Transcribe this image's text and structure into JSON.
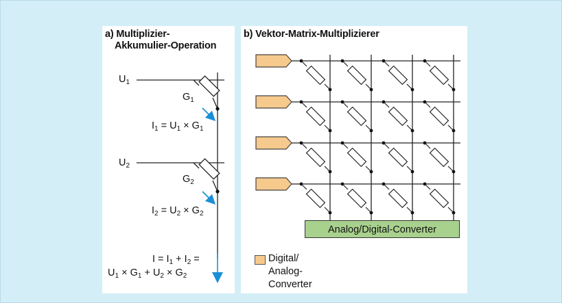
{
  "panel_a": {
    "title_line1": "a) Multiplizier-",
    "title_line2": "Akkumulier-Operation",
    "u1": "U",
    "u1_sub": "1",
    "g1": "G",
    "g1_sub": "1",
    "u2": "U",
    "u2_sub": "2",
    "g2": "G",
    "g2_sub": "2",
    "eq1": {
      "a": "I",
      "as": "1",
      "b": " = U",
      "bs": "1",
      "c": " × G",
      "cs": "1"
    },
    "eq2": {
      "a": "I",
      "as": "2",
      "b": " = U",
      "bs": "2",
      "c": " × G",
      "cs": "2"
    },
    "eq3": {
      "a": "I = I",
      "as": "1",
      "b": " + I",
      "bs": "2",
      "c": " ="
    },
    "eq4": {
      "a": "U",
      "as": "1",
      "b": " × G",
      "bs": "1",
      "c": " + U",
      "cs": "2",
      "d": " × G",
      "ds": "2"
    },
    "arrow_color": "#1a8fd8"
  },
  "panel_b": {
    "title": "b) Vektor-Matrix-Multiplizierer",
    "adc_label": "Analog/Digital-Converter",
    "legend_label": "Digital/\nAnalog-\nConverter",
    "dac_color": "#f6c98d",
    "adc_color": "#a9d18e",
    "rows": 4,
    "cols": 4
  },
  "colors": {
    "background": "#d3eef7",
    "panel": "#ffffff"
  }
}
